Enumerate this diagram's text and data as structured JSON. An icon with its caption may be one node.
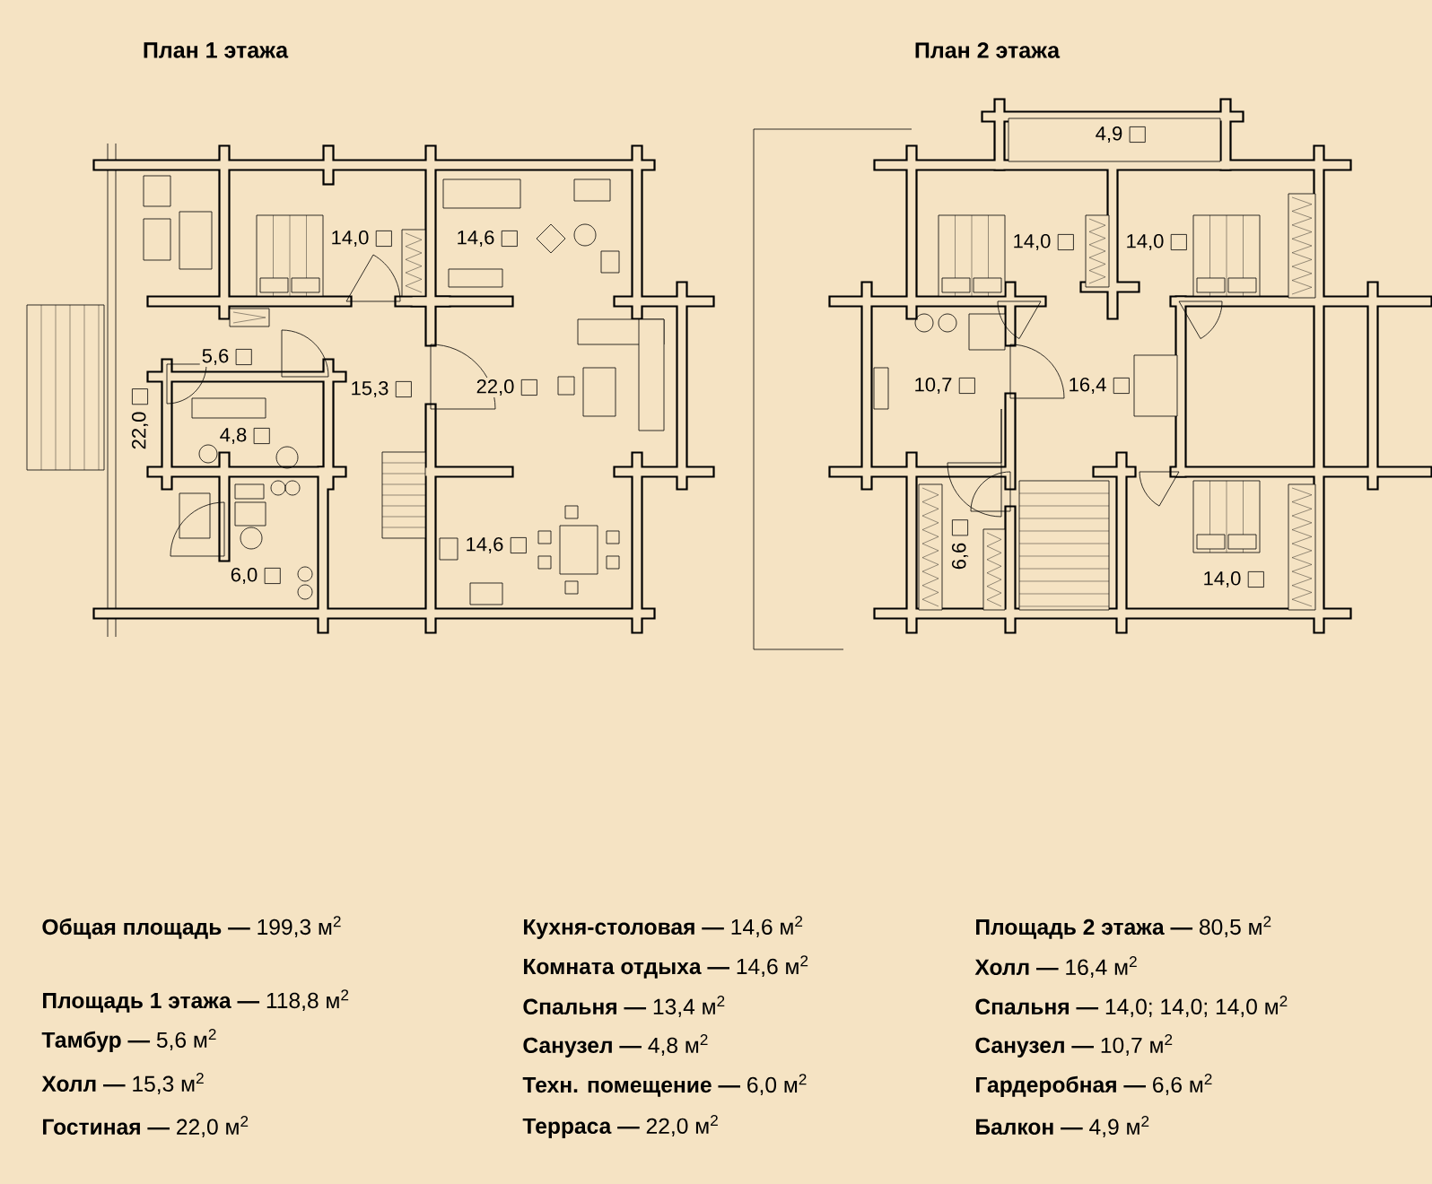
{
  "diagram": {
    "labels": [
      "План 1 этажа",
      "План 2 этажа",
      "14,0",
      "14,6",
      "5,6",
      "15,3",
      "22,0",
      "4,8",
      "6,0",
      "22,0",
      "14,6",
      "4,9",
      "14,0",
      "14,0",
      "10,7",
      "16,4",
      "6,6",
      "14,0",
      "**Общая площадь —** 199,3 м$^{2}$",
      "**Площадь 1 этажа —** 118,8 м$^{2}$",
      "**Тамбур —** 5,6 м$^{2}$",
      "**Холл —** 15,3 м$^{2}$",
      "**Гостиная —** 22,0 м$^{2}$",
      "**Кухня-столовая —** 14,6 м$^{2}$",
      "**Комната отдыха —** 14,6 м$^{2}$",
      "**Спальня —** 13,4 м$^{2}$",
      "**Санузел —** 4,8 м$^{2}$",
      "**Техн. помещение —** 6,0 м$^{2}$",
      "**Терраса —** 22,0 м$^{2}$",
      "**Площадь 2 этажа —** 80,5 м$^{2}$",
      "**Холл —** 16,4 м$^{2}$",
      "**Спальня —** 14,0; 14,0; 14,0 м$^{2}$",
      "**Санузел —** 10,7 м$^{2}$",
      "**Гардеробная —** 6,6 м$^{2}$",
      "**Балкон —** 4,9 м$^{2}$"
    ]
  }
}
